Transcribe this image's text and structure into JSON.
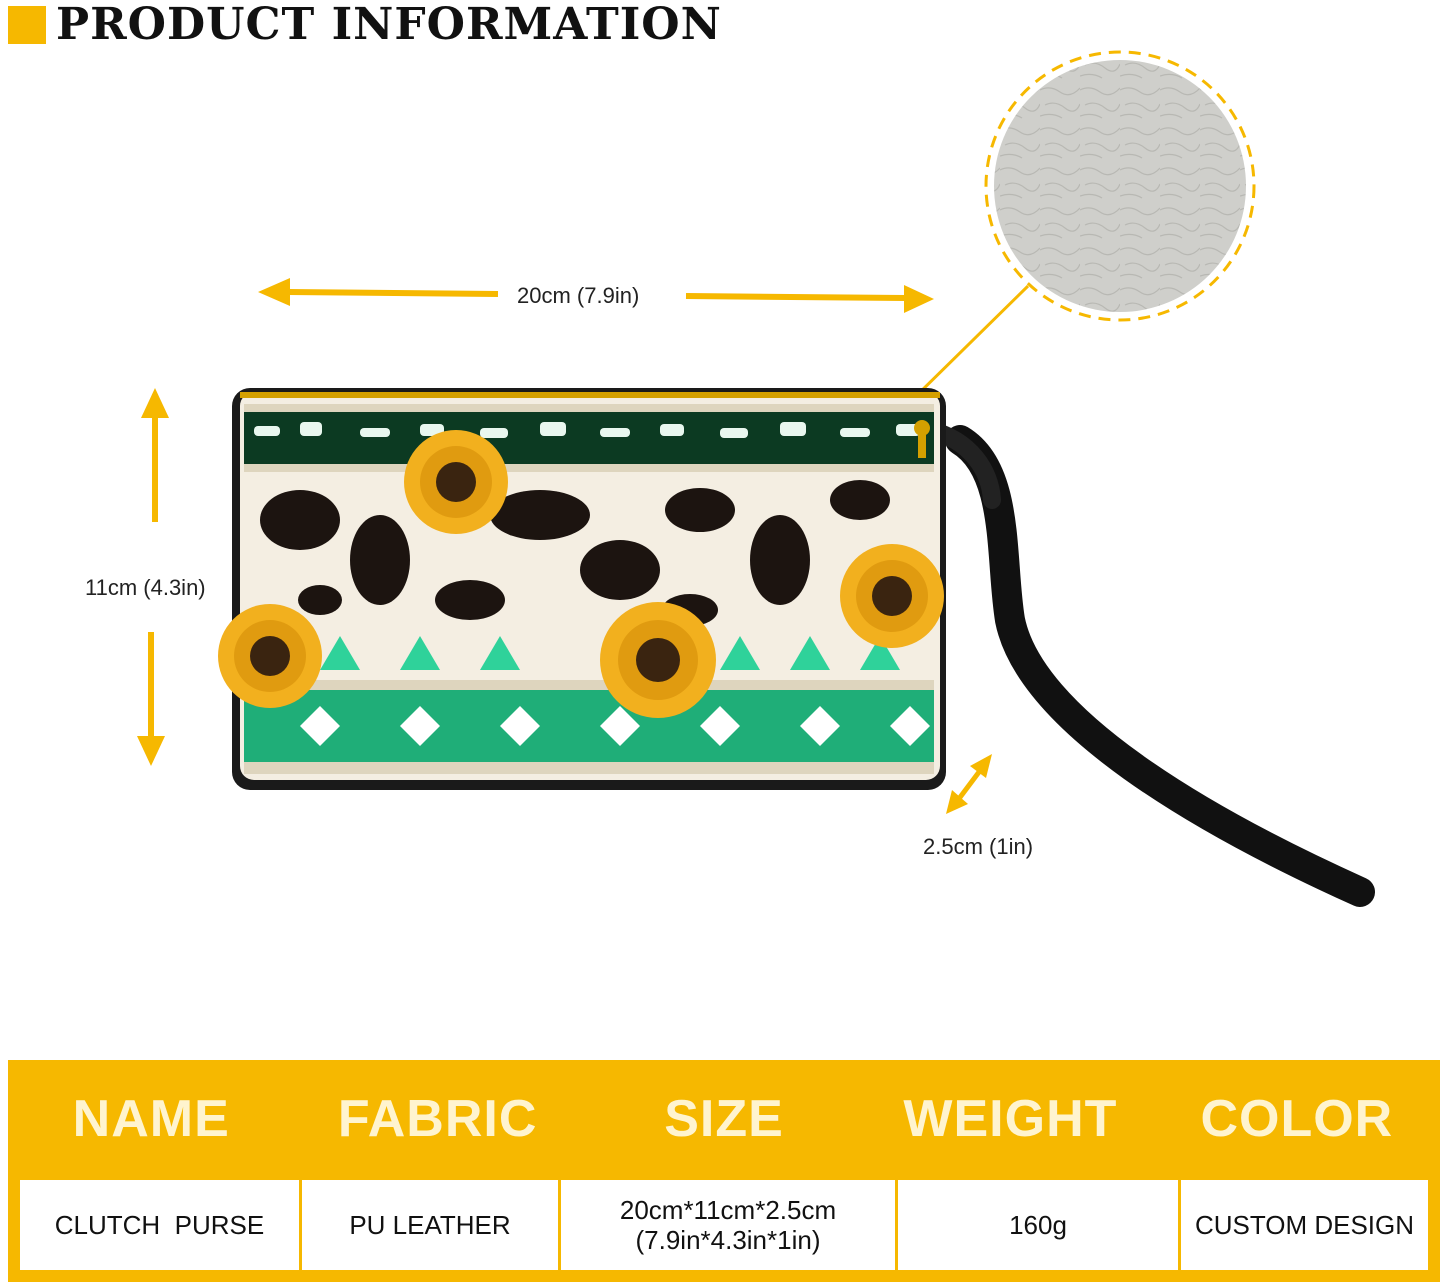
{
  "header": {
    "title": "PRODUCT INFORMATION"
  },
  "dimensions": {
    "width": "20cm (7.9in)",
    "height": "11cm (4.3in)",
    "depth": "2.5cm (1in)"
  },
  "colors": {
    "accent": "#f6b800",
    "turquoise": "#2fd29a",
    "dark_green": "#0c3a22",
    "strap": "#111111"
  },
  "specs": {
    "headers": [
      "NAME",
      "FABRIC",
      "SIZE",
      "WEIGHT",
      "COLOR"
    ],
    "name": "CLUTCH  PURSE",
    "fabric": "PU LEATHER",
    "size_line1": "20cm*11cm*2.5cm",
    "size_line2": "(7.9in*4.3in*1in)",
    "weight": "160g",
    "color": "CUSTOM DESIGN"
  }
}
